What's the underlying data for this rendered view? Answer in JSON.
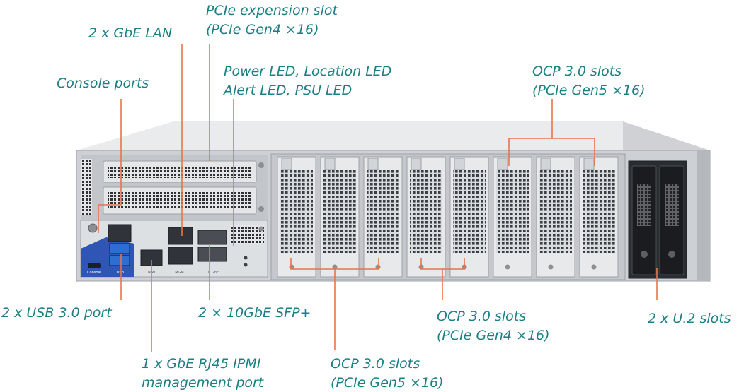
{
  "colors": {
    "label": "#1d7f86",
    "leader": "#e8744a",
    "chassis": "#c9ccd0",
    "io_blue": "#2f56b5"
  },
  "labels": {
    "pcie_slot_1": "PCIe expension slot",
    "pcie_slot_2": "(PCIe Gen4 ×16)",
    "gbe_lan": "2 x GbE LAN",
    "leds_1": "Power LED, Location LED",
    "leds_2": "Alert LED, PSU LED",
    "console": "Console ports",
    "ocp_top_1": "OCP 3.0 slots",
    "ocp_top_2": "(PCIe Gen5 ×16)",
    "usb": "2 x USB 3.0 port",
    "sfp": "2 × 10GbE SFP+",
    "ocp_mid_1": "OCP 3.0 slots",
    "ocp_mid_2": "(PCIe Gen4 ×16)",
    "u2": "2 x U.2 slots",
    "ipmi_1": "1 x GbE RJ45 IPMI",
    "ipmi_2": "management port",
    "ocp_bot_1": "OCP 3.0 slots",
    "ocp_bot_2": "(PCIe Gen5 ×16)"
  },
  "panel_text": {
    "console": "Console",
    "usb": "USB",
    "ipmi": "IPMI",
    "mgmt": "MGMT",
    "sfp": "10 GbE"
  }
}
